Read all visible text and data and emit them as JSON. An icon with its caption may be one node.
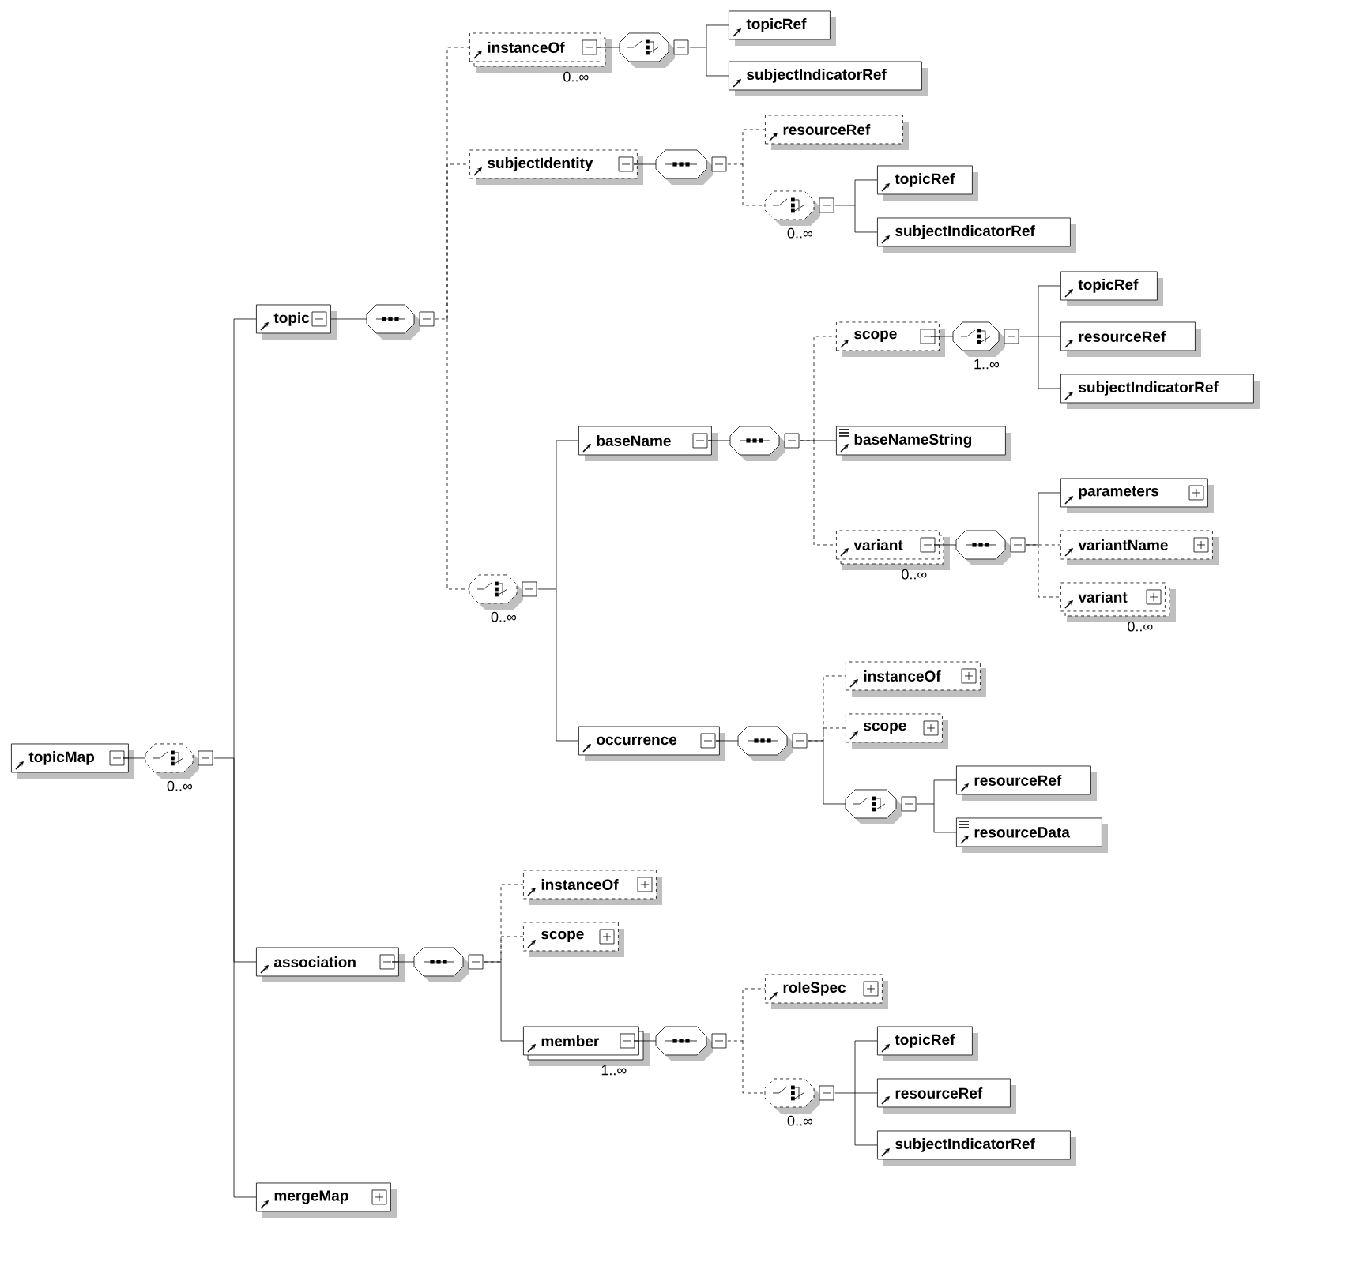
{
  "diagram": {
    "nodes": [
      {
        "text": [
          "topicMap"
        ]
      },
      {
        "text": [],
        "shape": "choice",
        "beside": [
          "0..∞"
        ]
      },
      {
        "text": [
          "topic"
        ]
      },
      {
        "text": [],
        "shape": "sequence"
      },
      {
        "text": [
          "instanceOf"
        ],
        "beside": [
          "0..∞"
        ]
      },
      {
        "text": [],
        "shape": "choice"
      },
      {
        "text": [
          "topicRef"
        ]
      },
      {
        "text": [
          "subjectIndicatorRef"
        ]
      },
      {
        "text": [
          "subjectIdentity"
        ]
      },
      {
        "text": [],
        "shape": "sequence"
      },
      {
        "text": [
          "resourceRef"
        ]
      },
      {
        "text": [],
        "shape": "choice",
        "beside": [
          "0..∞"
        ]
      },
      {
        "text": [
          "topicRef"
        ]
      },
      {
        "text": [
          "subjectIndicatorRef"
        ]
      },
      {
        "text": [],
        "shape": "choice",
        "beside": [
          "0..∞"
        ]
      },
      {
        "text": [
          "baseName"
        ]
      },
      {
        "text": [],
        "shape": "sequence"
      },
      {
        "text": [
          "scope"
        ]
      },
      {
        "text": [],
        "shape": "choice",
        "beside": [
          "1..∞"
        ]
      },
      {
        "text": [
          "topicRef"
        ]
      },
      {
        "text": [
          "resourceRef"
        ]
      },
      {
        "text": [
          "subjectIndicatorRef"
        ]
      },
      {
        "text": [
          "baseNameString"
        ]
      },
      {
        "text": [
          "variant"
        ],
        "beside": [
          "0..∞"
        ]
      },
      {
        "text": [],
        "shape": "sequence"
      },
      {
        "text": [
          "parameters"
        ]
      },
      {
        "text": [
          "variantName"
        ]
      },
      {
        "text": [
          "variant"
        ],
        "beside": [
          "0..∞"
        ]
      },
      {
        "text": [
          "occurrence"
        ]
      },
      {
        "text": [],
        "shape": "sequence"
      },
      {
        "text": [
          "instanceOf"
        ]
      },
      {
        "text": [
          "scope"
        ]
      },
      {
        "text": [],
        "shape": "choice"
      },
      {
        "text": [
          "resourceRef"
        ]
      },
      {
        "text": [
          "resourceData"
        ]
      },
      {
        "text": [
          "association"
        ]
      },
      {
        "text": [],
        "shape": "sequence"
      },
      {
        "text": [
          "instanceOf"
        ]
      },
      {
        "text": [
          "scope"
        ]
      },
      {
        "text": [
          "member"
        ],
        "beside": [
          "1..∞"
        ]
      },
      {
        "text": [],
        "shape": "sequence"
      },
      {
        "text": [
          "roleSpec"
        ]
      },
      {
        "text": [],
        "shape": "choice",
        "beside": [
          "0..∞"
        ]
      },
      {
        "text": [
          "topicRef"
        ]
      },
      {
        "text": [
          "resourceRef"
        ]
      },
      {
        "text": [
          "subjectIndicatorRef"
        ]
      },
      {
        "text": [
          "mergeMap"
        ]
      }
    ],
    "edges": [
      {
        "from": 0,
        "to": 1,
        "arrow": "none"
      },
      {
        "from": 1,
        "to": 2,
        "arrow": "none"
      },
      {
        "from": 1,
        "to": 35,
        "arrow": "none"
      },
      {
        "from": 1,
        "to": 46,
        "arrow": "none"
      },
      {
        "from": 2,
        "to": 3,
        "arrow": "none"
      },
      {
        "from": 3,
        "to": 4,
        "arrow": "none",
        "style": "dashed"
      },
      {
        "from": 3,
        "to": 8,
        "arrow": "none",
        "style": "dashed"
      },
      {
        "from": 3,
        "to": 14,
        "arrow": "none",
        "style": "dashed"
      },
      {
        "from": 4,
        "to": 5,
        "arrow": "none"
      },
      {
        "from": 5,
        "to": 6,
        "arrow": "none"
      },
      {
        "from": 5,
        "to": 7,
        "arrow": "none"
      },
      {
        "from": 8,
        "to": 9,
        "arrow": "none"
      },
      {
        "from": 9,
        "to": 10,
        "arrow": "none",
        "style": "dashed"
      },
      {
        "from": 9,
        "to": 11,
        "arrow": "none",
        "style": "dashed"
      },
      {
        "from": 11,
        "to": 12,
        "arrow": "none"
      },
      {
        "from": 11,
        "to": 13,
        "arrow": "none"
      },
      {
        "from": 14,
        "to": 15,
        "arrow": "none"
      },
      {
        "from": 14,
        "to": 28,
        "arrow": "none"
      },
      {
        "from": 15,
        "to": 16,
        "arrow": "none"
      },
      {
        "from": 16,
        "to": 17,
        "arrow": "none",
        "style": "dashed"
      },
      {
        "from": 16,
        "to": 22,
        "arrow": "none"
      },
      {
        "from": 16,
        "to": 23,
        "arrow": "none",
        "style": "dashed"
      },
      {
        "from": 17,
        "to": 18,
        "arrow": "none"
      },
      {
        "from": 18,
        "to": 19,
        "arrow": "none"
      },
      {
        "from": 18,
        "to": 20,
        "arrow": "none"
      },
      {
        "from": 18,
        "to": 21,
        "arrow": "none"
      },
      {
        "from": 23,
        "to": 24,
        "arrow": "none"
      },
      {
        "from": 24,
        "to": 25,
        "arrow": "none"
      },
      {
        "from": 24,
        "to": 26,
        "arrow": "none",
        "style": "dashed"
      },
      {
        "from": 24,
        "to": 27,
        "arrow": "none",
        "style": "dashed"
      },
      {
        "from": 28,
        "to": 29,
        "arrow": "none"
      },
      {
        "from": 29,
        "to": 30,
        "arrow": "none",
        "style": "dashed"
      },
      {
        "from": 29,
        "to": 31,
        "arrow": "none",
        "style": "dashed"
      },
      {
        "from": 29,
        "to": 32,
        "arrow": "none"
      },
      {
        "from": 32,
        "to": 33,
        "arrow": "none"
      },
      {
        "from": 32,
        "to": 34,
        "arrow": "none"
      },
      {
        "from": 35,
        "to": 36,
        "arrow": "none"
      },
      {
        "from": 36,
        "to": 37,
        "arrow": "none",
        "style": "dashed"
      },
      {
        "from": 36,
        "to": 38,
        "arrow": "none",
        "style": "dashed"
      },
      {
        "from": 36,
        "to": 39,
        "arrow": "none"
      },
      {
        "from": 39,
        "to": 40,
        "arrow": "none"
      },
      {
        "from": 40,
        "to": 41,
        "arrow": "none",
        "style": "dashed"
      },
      {
        "from": 40,
        "to": 42,
        "arrow": "none",
        "style": "dashed"
      },
      {
        "from": 42,
        "to": 43,
        "arrow": "none"
      },
      {
        "from": 42,
        "to": 44,
        "arrow": "none"
      },
      {
        "from": 42,
        "to": 45,
        "arrow": "none"
      }
    ]
  }
}
